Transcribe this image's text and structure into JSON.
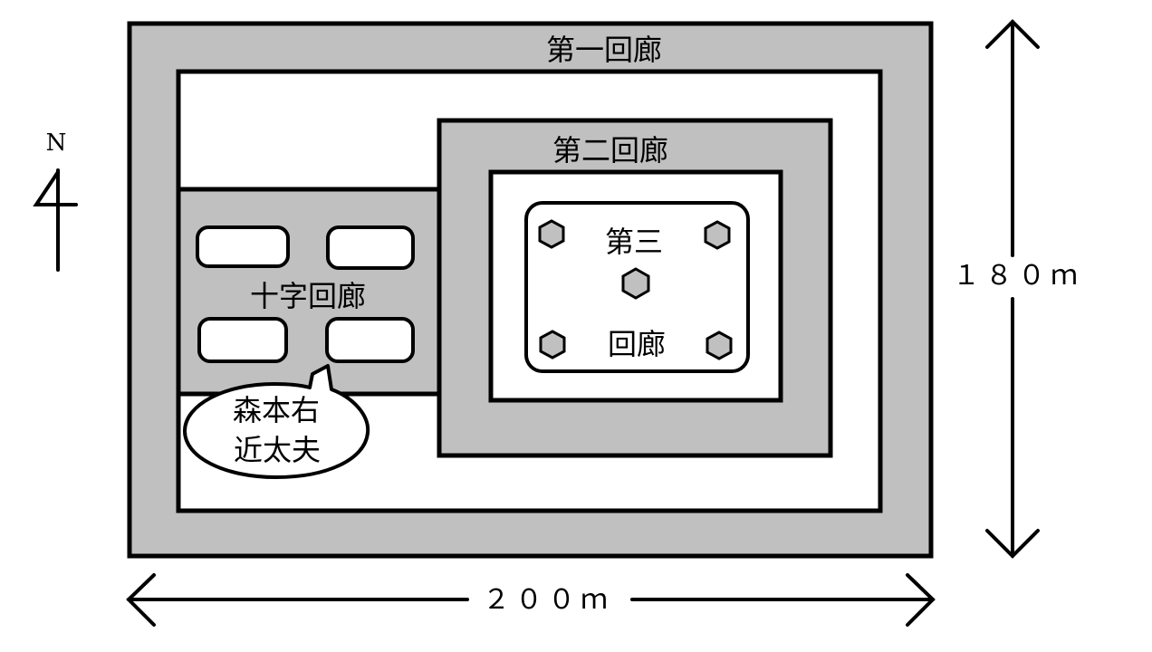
{
  "colors": {
    "fill_gray": "#c0c0c0",
    "stroke": "#000000",
    "background": "#ffffff"
  },
  "labels": {
    "north": "N",
    "first_corridor": "第一回廊",
    "second_corridor": "第二回廊",
    "third_corridor_top": "第三",
    "third_corridor_bottom": "回廊",
    "cross_corridor": "十字回廊",
    "inscription_line1": "森本右",
    "inscription_line2": "近太夫"
  },
  "dimensions": {
    "width": "２００ｍ",
    "height": "１８０ｍ"
  },
  "icons": {
    "north_arrow": "north-arrow-icon",
    "pillar": "hexagon-pillar-icon"
  }
}
